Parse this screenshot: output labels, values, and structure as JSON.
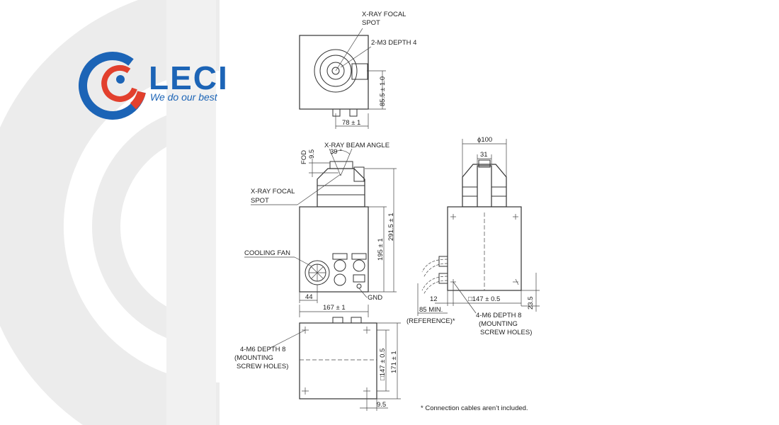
{
  "brand": {
    "name": "LECI",
    "tagline": "We do our best",
    "colors": {
      "blue": "#1c64b6",
      "red": "#e2402d",
      "watermark": "#e6e6e6"
    }
  },
  "top_view": {
    "focal_spot_label_1": "X-RAY FOCAL",
    "focal_spot_label_2": "SPOT",
    "screw_label": "2-M3  DEPTH 4",
    "height_dim": "85.5 ± 1.0",
    "width_dim": "78 ± 1"
  },
  "side_view": {
    "beam_angle_label": "X-RAY BEAM ANGLE",
    "beam_angle_value": "39 °",
    "fod_label": "FOD",
    "fod_value": "9.5",
    "focal_spot_label_1": "X-RAY FOCAL",
    "focal_spot_label_2": "SPOT",
    "cooling_fan_label": "COOLING FAN",
    "body_height_dim": "195 ± 1",
    "total_height_dim": "291.5 ± 1",
    "fan_offset_dim": "44",
    "gnd_label": "GND",
    "width_dim": "167 ± 1"
  },
  "rear_view": {
    "diameter_dim": "ϕ100",
    "neck_dim": "31",
    "offset_dim": "12",
    "square_dim": "□147 ± 0.5",
    "height_dim": "23.5",
    "min_dim": "85 MIN.",
    "reference_label": "(REFERENCE)*",
    "screw_label_1": "4-M6  DEPTH 8",
    "screw_label_2": "(MOUNTING",
    "screw_label_3": "SCREW HOLES)"
  },
  "bottom_view": {
    "screw_label_1": "4-M6  DEPTH 8",
    "screw_label_2": "(MOUNTING",
    "screw_label_3": "SCREW HOLES)",
    "square_dim": "□147 ± 0.5",
    "depth_dim": "171 ± 1",
    "offset_dim": "9.5"
  },
  "footnote": "* Connection cables aren’t included."
}
